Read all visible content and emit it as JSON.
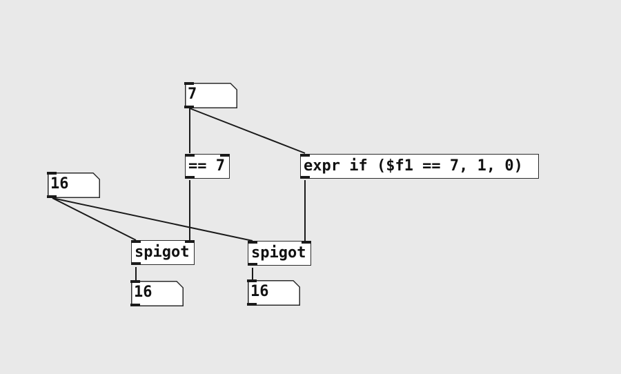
{
  "patch": {
    "number_top": "7",
    "eq_object": "== 7",
    "expr_object": "expr if ($f1 == 7, 1, 0)",
    "number_left": "16",
    "spigot_left": "spigot",
    "spigot_right": "spigot",
    "number_out_left": "16",
    "number_out_right": "16"
  },
  "colors": {
    "canvas": "#e9e9e9",
    "box_fill": "#ffffff",
    "stroke": "#1a1a1a"
  }
}
